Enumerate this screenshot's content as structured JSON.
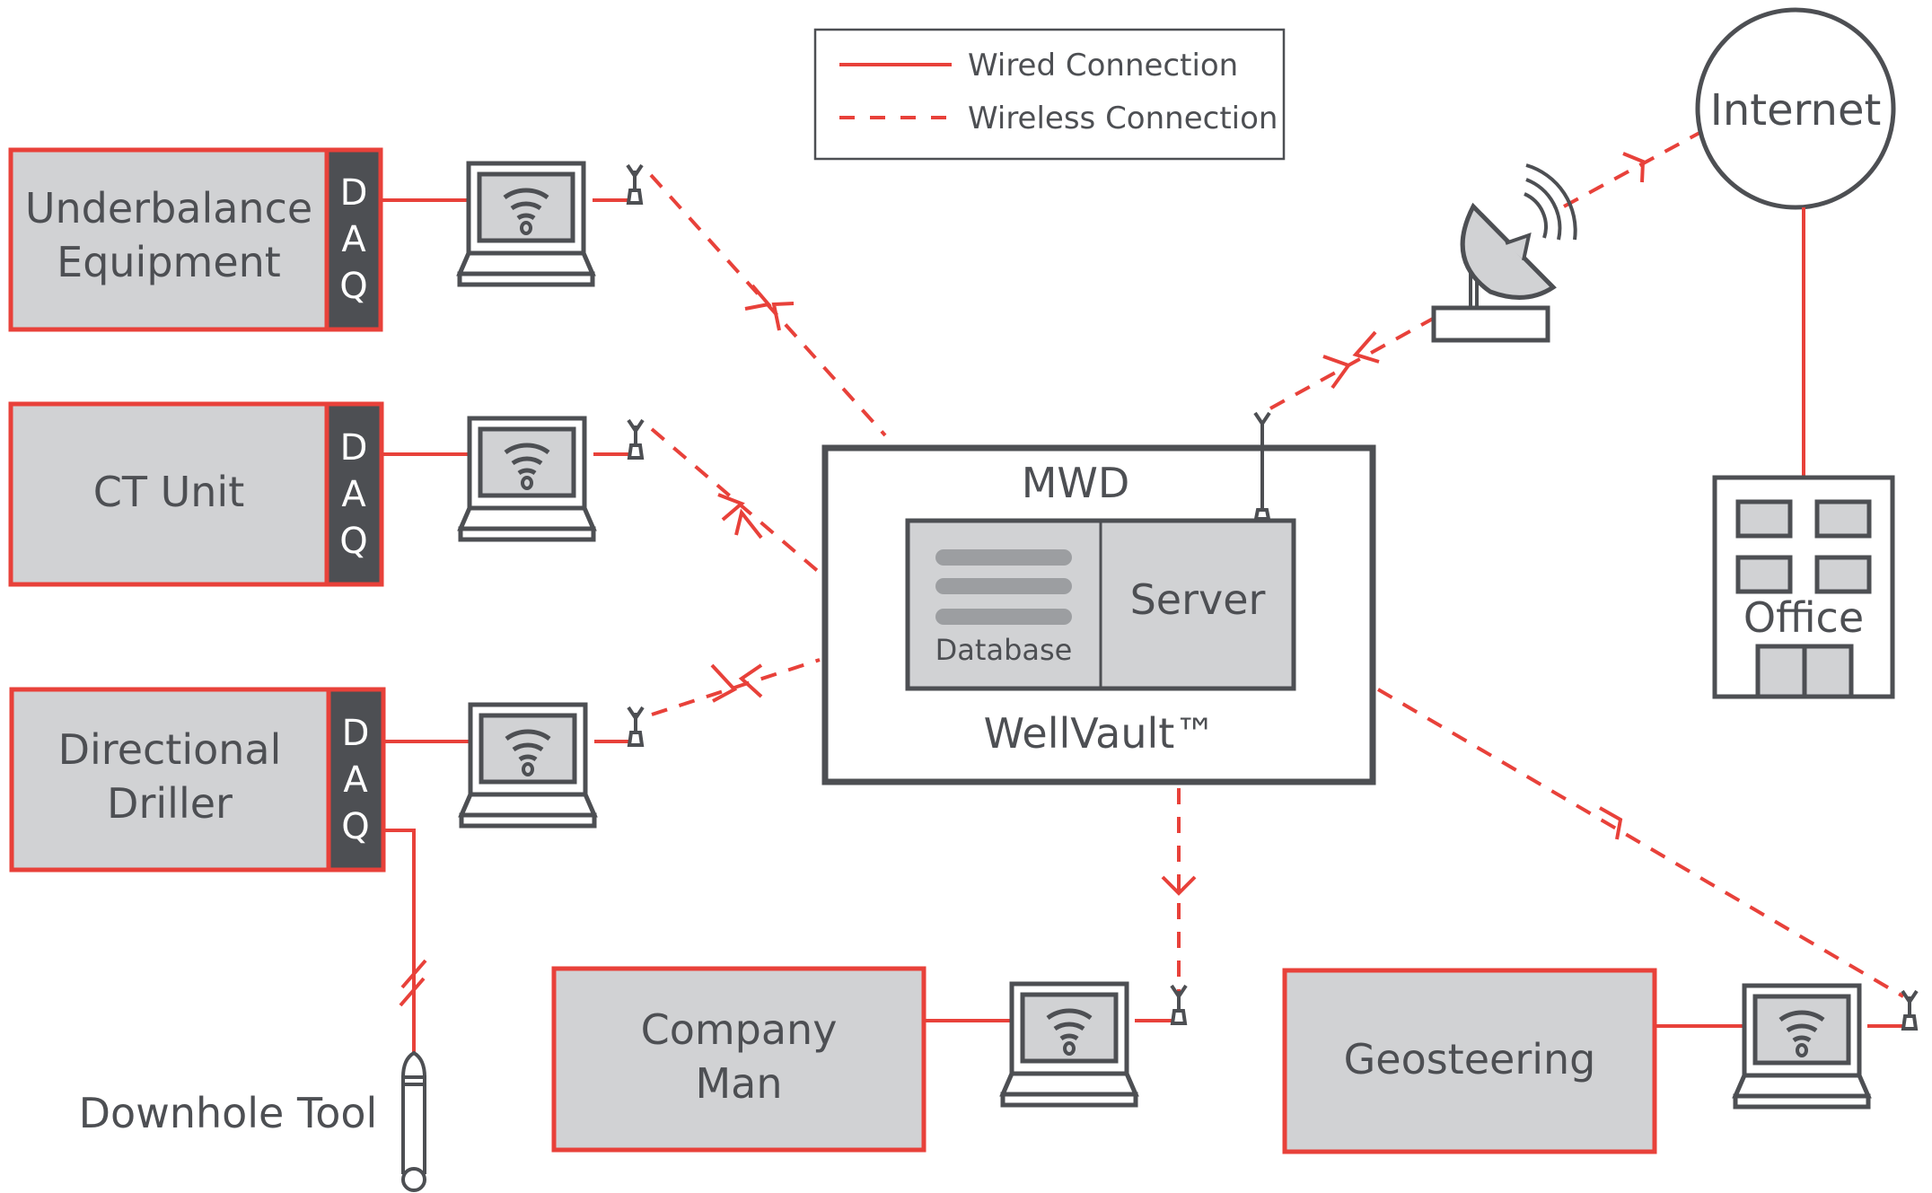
{
  "colors": {
    "wire": "#e8413a",
    "outline": "#4d4f53",
    "fill_gray": "#d1d2d4",
    "db_bar": "#9c9ea1",
    "daq_fill": "#4d4f53",
    "daq_text": "#ffffff",
    "background": "#ffffff"
  },
  "legend": {
    "wired_label": "Wired Connection",
    "wireless_label": "Wireless Connection"
  },
  "sources": [
    {
      "id": "underbalance",
      "line1": "Underbalance",
      "line2": "Equipment",
      "daq": [
        "D",
        "A",
        "Q"
      ]
    },
    {
      "id": "ct-unit",
      "line1": "CT Unit",
      "line2": "",
      "daq": [
        "D",
        "A",
        "Q"
      ]
    },
    {
      "id": "directional-driller",
      "line1": "Directional",
      "line2": "Driller",
      "daq": [
        "D",
        "A",
        "Q"
      ]
    }
  ],
  "mwd": {
    "title": "MWD",
    "database_label": "Database",
    "server_label": "Server",
    "product_label": "WellVault™"
  },
  "internet_label": "Internet",
  "office_label": "Office",
  "downhole_label": "Downhole Tool",
  "company_man": {
    "line1": "Company",
    "line2": "Man"
  },
  "geosteering_label": "Geosteering"
}
